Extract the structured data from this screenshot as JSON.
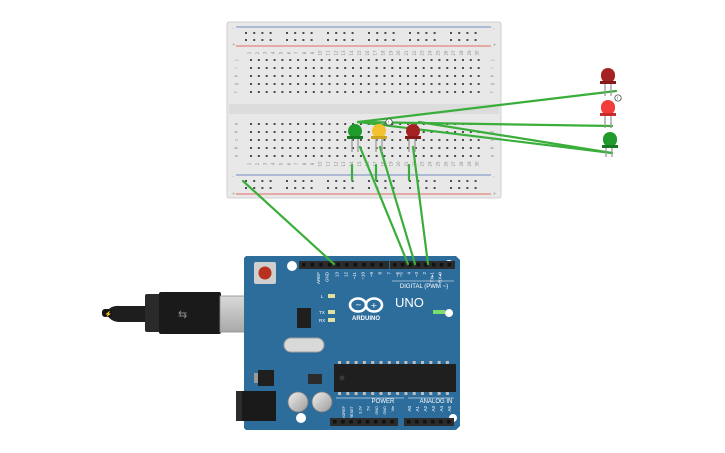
{
  "colors": {
    "breadboard": "#e8e8e8",
    "breadboard_edge": "#cfcfcf",
    "rail_red": "#e0453a",
    "rail_blue": "#4a6fb8",
    "hole": "#4d4d4d",
    "wire": "#3aae3a",
    "arduino_blue": "#2d6d9c",
    "arduino_dark": "#255b83",
    "header": "#2b2b2b",
    "led_green": "#1f9a2b",
    "led_yellow": "#f2c230",
    "led_red": "#a52222",
    "led_red_lit": "#f23b3b"
  },
  "breadboard": {
    "row_letters_top": [
      "j",
      "i",
      "h",
      "g",
      "f"
    ],
    "row_letters_bottom": [
      "e",
      "d",
      "c",
      "b",
      "a"
    ],
    "rail_plus": "+",
    "rail_minus": "-",
    "columns": [
      "1",
      "2",
      "3",
      "4",
      "5",
      "6",
      "7",
      "8",
      "9",
      "10",
      "11",
      "12",
      "13",
      "14",
      "15",
      "16",
      "17",
      "18",
      "19",
      "20",
      "21",
      "22",
      "23",
      "24",
      "25",
      "26",
      "27",
      "28",
      "29",
      "30"
    ]
  },
  "leds": [
    {
      "name": "led-green-breadboard",
      "color": "green"
    },
    {
      "name": "led-yellow-breadboard",
      "color": "yellow"
    },
    {
      "name": "led-red-breadboard",
      "color": "red"
    },
    {
      "name": "led-red-offboard",
      "color": "red"
    },
    {
      "name": "led-red-lit-offboard",
      "color": "red-lit"
    },
    {
      "name": "led-green-offboard",
      "color": "green"
    }
  ],
  "arduino": {
    "logo_text": "ARDUINO",
    "model": "UNO",
    "digital_label": "DIGITAL (PWM ~)",
    "power_label": "POWER",
    "analog_label": "ANALOG IN",
    "led_l": "L",
    "led_tx": "TX",
    "led_rx": "RX",
    "on_label": "ON",
    "top_pins": [
      "AREF",
      "GND",
      "13",
      "12",
      "~11",
      "~10",
      "~9",
      "8",
      "7",
      "~6",
      "~5",
      "4",
      "~3",
      "2",
      "TX▸1",
      "RX◂0"
    ],
    "power_pins": [
      "IOREF",
      "RESET",
      "3.3V",
      "5V",
      "GND",
      "GND",
      "Vin"
    ],
    "analog_pins": [
      "A0",
      "A1",
      "A2",
      "A3",
      "A4",
      "A5"
    ]
  }
}
